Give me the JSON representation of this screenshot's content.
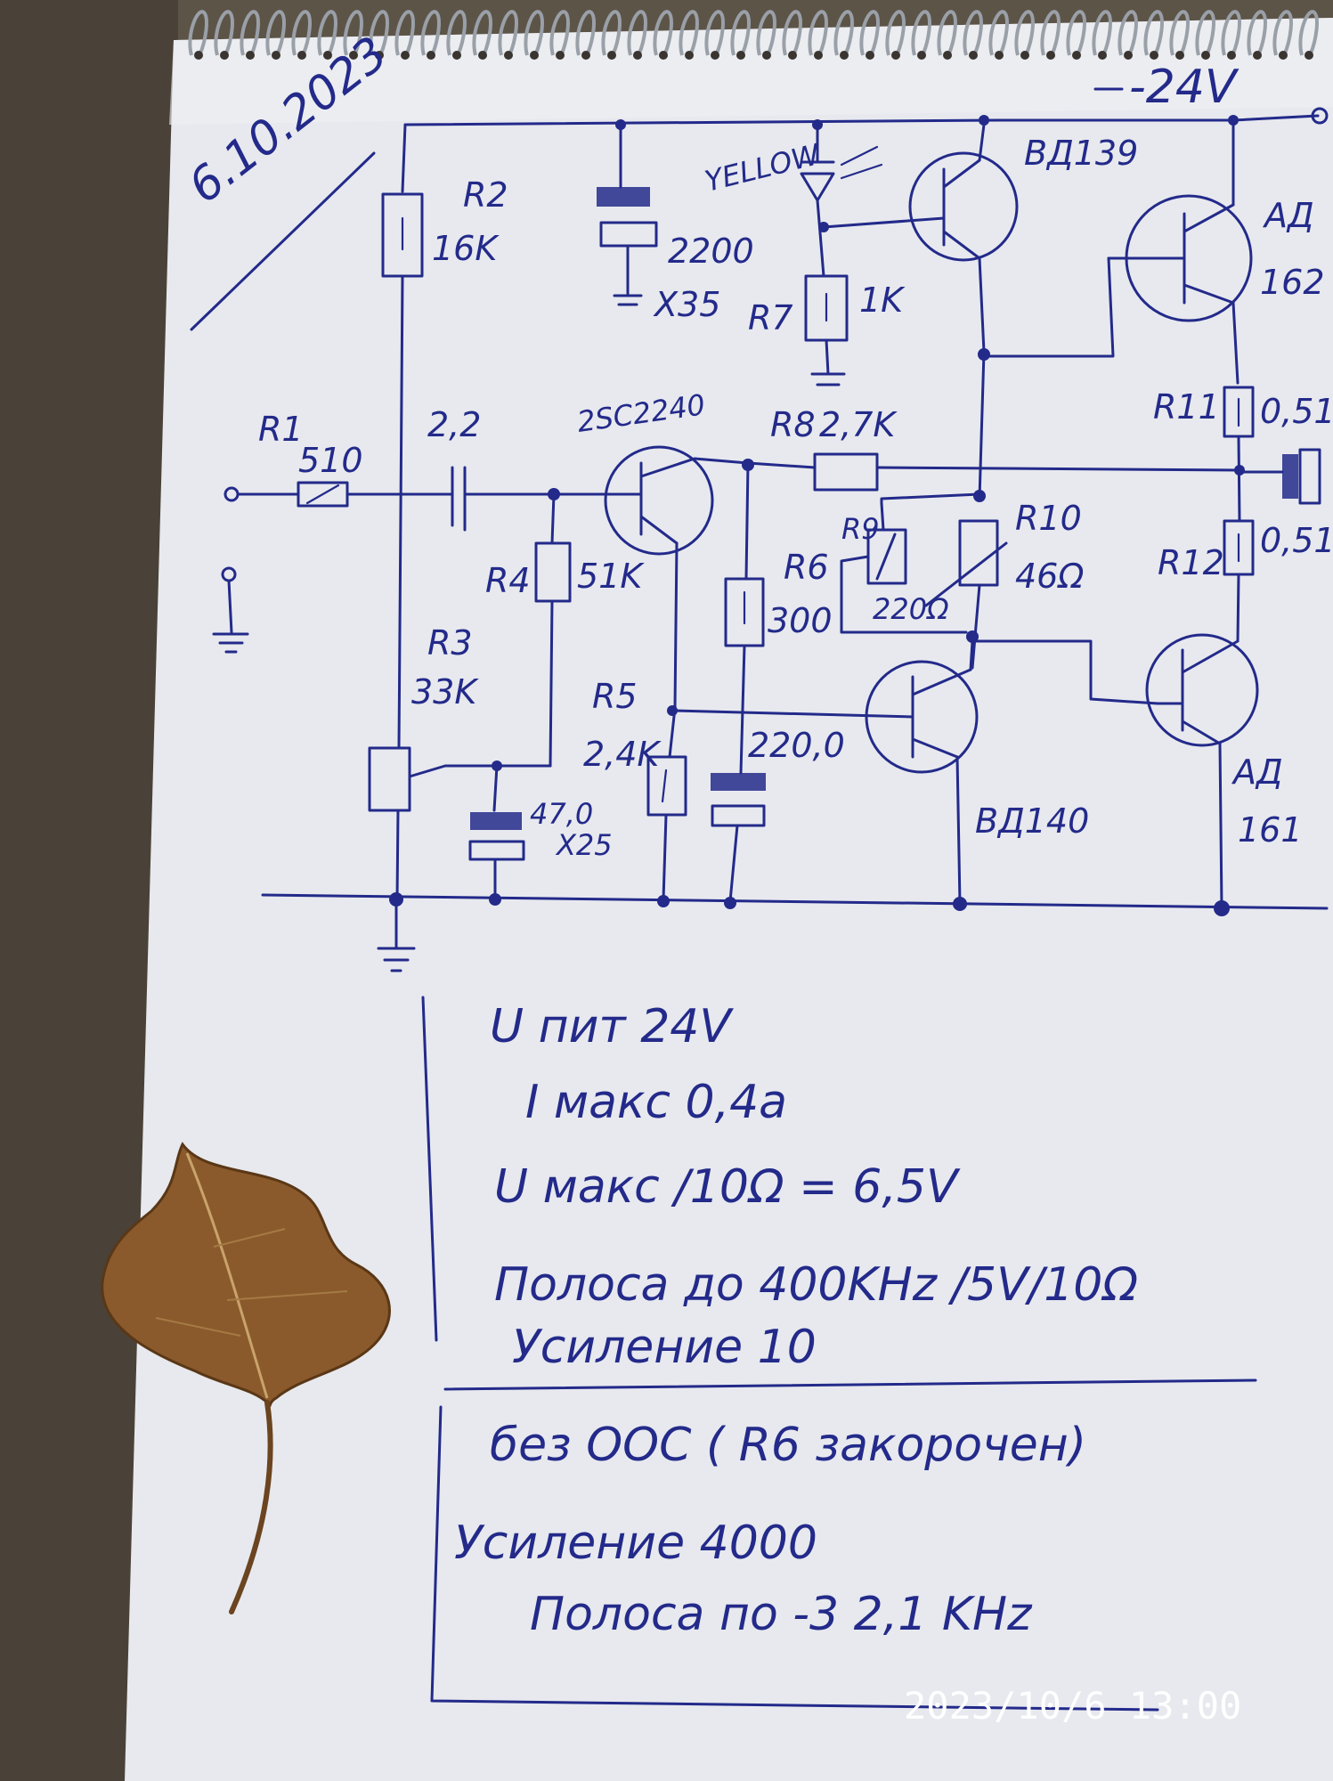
{
  "date": "6.10.2023",
  "supply": "-24V",
  "components": {
    "r2": {
      "name": "R2",
      "value": "16K"
    },
    "c_power": {
      "value": "2200",
      "rating": "X35"
    },
    "led": {
      "label": "YELLOW"
    },
    "r7": {
      "name": "R7",
      "value": "1K"
    },
    "q_vd139": {
      "label": "ВД139"
    },
    "q_ad162": {
      "label": "АД",
      "label2": "162"
    },
    "r11": {
      "name": "R11",
      "value": "0,51"
    },
    "r1": {
      "name": "R1",
      "value": "510"
    },
    "c_in": {
      "value": "2,2"
    },
    "q_in": {
      "label": "2SC2240"
    },
    "r8": {
      "name": "R8",
      "value": "2,7K"
    },
    "r10": {
      "name": "R10",
      "value": "46Ω"
    },
    "r9": {
      "name": "R9",
      "value": "220Ω"
    },
    "r6": {
      "name": "R6",
      "value": "300"
    },
    "r4": {
      "name": "R4",
      "value": "51K"
    },
    "r12": {
      "name": "R12",
      "value": "0,51"
    },
    "r3": {
      "name": "R3",
      "value": "33K"
    },
    "r5": {
      "name": "R5",
      "value": "2,4K"
    },
    "c_fb": {
      "value": "220,0"
    },
    "c_bias": {
      "value": "47,0",
      "rating": "X25"
    },
    "q_vd140": {
      "label": "ВД140"
    },
    "q_ad161": {
      "label": "АД",
      "label2": "161"
    }
  },
  "notes": [
    "U пит 24V",
    "I макс 0,4a",
    "U макс /10Ω = 6,5V",
    "Полоса до 400KHz /5V/10Ω",
    "Усиление 10"
  ],
  "notes2": [
    "без ООС ( R6 закорочен)",
    "Усиление 4000",
    "Полоса по -3   2,1 KHz"
  ],
  "timestamp": "2023/10/6  13:00",
  "colors": {
    "ink": "#232a8a",
    "paper": "#e9ebef",
    "desk": "#5d5448",
    "leaf": "#8a5a2c"
  }
}
